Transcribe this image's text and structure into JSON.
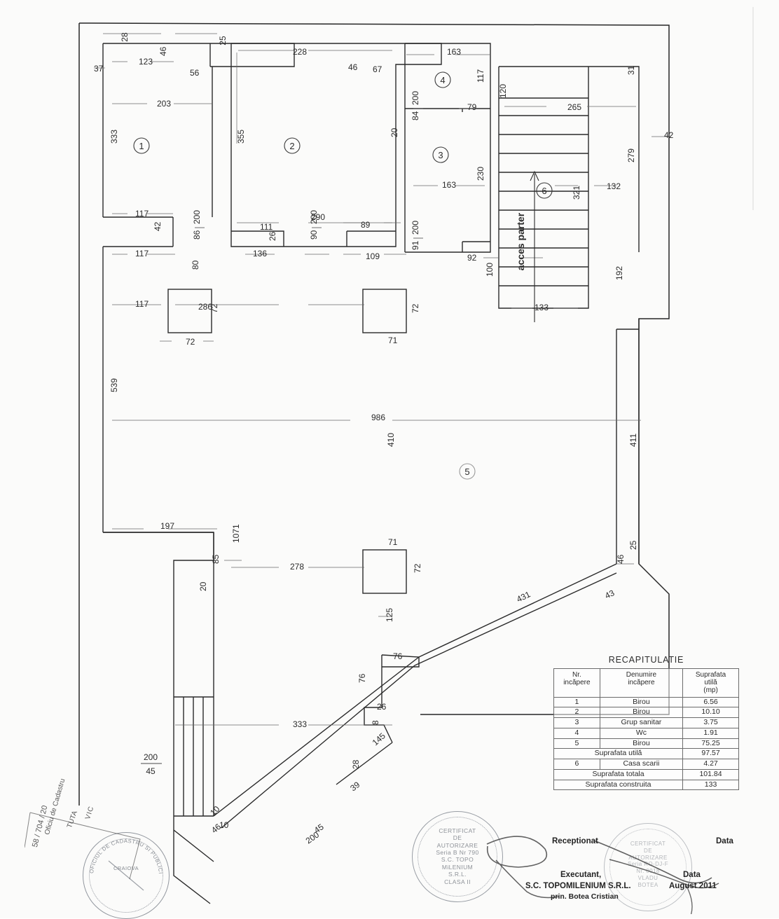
{
  "document": {
    "type": "architectural-floor-plan",
    "scale_note": "",
    "rooms": [
      {
        "id": "1",
        "marker": "1"
      },
      {
        "id": "2",
        "marker": "2"
      },
      {
        "id": "3",
        "marker": "3"
      },
      {
        "id": "4",
        "marker": "4"
      },
      {
        "id": "5",
        "marker": "5"
      },
      {
        "id": "6",
        "marker": "6"
      }
    ],
    "stair_label": "acces parter"
  },
  "dimensions": {
    "top_row": [
      "28",
      "25",
      "123",
      "228",
      "56",
      "67",
      "163",
      "265",
      "31"
    ],
    "room1": [
      "123",
      "203",
      "333",
      "117",
      "37",
      "56",
      "42"
    ],
    "room2": [
      "228",
      "355",
      "290",
      "111",
      "89",
      "67",
      "136",
      "109",
      "26"
    ],
    "room3": [
      "163",
      "230",
      "92",
      "20"
    ],
    "room4": [
      "163",
      "117",
      "79",
      "120"
    ],
    "room5": [
      "986",
      "410",
      "411",
      "197",
      "1071",
      "278",
      "333",
      "539",
      "125",
      "431",
      "43",
      "25",
      "192"
    ],
    "stair6": [
      "265",
      "120",
      "279",
      "132",
      "321",
      "133",
      "100",
      "42",
      "192"
    ],
    "columns": [
      "72",
      "71",
      "80",
      "286",
      "117",
      "76",
      "28",
      "39",
      "10",
      "46",
      "8",
      "145"
    ],
    "door_tags": [
      "86/200",
      "90/200",
      "91/200",
      "84/200",
      "200/45",
      "200/45"
    ]
  },
  "recap": {
    "title": "RECAPITULATIE",
    "headers": [
      "Nr.\nIncăpere",
      "Denumire\nincăpere",
      "Suprafata\nutilă\n(mp)"
    ],
    "header_nr_l1": "Nr.",
    "header_nr_l2": "incăpere",
    "header_den_l1": "Denumire",
    "header_den_l2": "incăpere",
    "header_sup_l1": "Suprafata",
    "header_sup_l2": "utilă",
    "header_sup_l3": "(mp)",
    "rows": [
      {
        "nr": "1",
        "name": "Birou",
        "area": "6.56"
      },
      {
        "nr": "2",
        "name": "Birou",
        "area": "10.10"
      },
      {
        "nr": "3",
        "name": "Grup sanitar",
        "area": "3.75"
      },
      {
        "nr": "4",
        "name": "Wc",
        "area": "1.91"
      },
      {
        "nr": "5",
        "name": "Birou",
        "area": "75.25"
      }
    ],
    "summary_utila": {
      "label": "Suprafata utilă",
      "area": "97.57"
    },
    "row_scarii": {
      "nr": "6",
      "name": "Casa scarii",
      "area": "4.27"
    },
    "summary_totala": {
      "label": "Suprafata totala",
      "area": "101.84"
    },
    "summary_construita": {
      "label": "Suprafata construita",
      "area": "133"
    }
  },
  "signatures": {
    "receptionat_label": "Receptionat",
    "data_label": "Data",
    "executant_label": "Executant,",
    "executant_company": "S.C. TOPOMILENIUM S.R.L.",
    "executant_person": "prin. Botea Cristian",
    "data_label_2": "Data",
    "data_value": "August 2011"
  },
  "stamps": {
    "certificat": {
      "line1": "CERTIFICAT",
      "line2": "DE",
      "line3": "AUTORIZARE",
      "line4": "Seria B Nr 790",
      "line5": "S.C. TOPO",
      "line6": "MiLENIUM",
      "line7": "S.R.L.",
      "line8": "CLASA II"
    },
    "receptie": {
      "line1": "CERTIFICAT",
      "line2": "DE",
      "line3": "AUTORIZARE",
      "line4": "Seria RO-DJ-F",
      "line5": "Nr. 0018",
      "line6": "VLADU",
      "line7": "BOTEA"
    },
    "cadastru": {
      "arc_top": "OFICIUL DE CADASTRU SI PUBLICITATE IMOBILIARA DOLJ",
      "center": "CRAIOVA"
    }
  },
  "registry": {
    "line1": "Oficiu de Cadastru",
    "line2": "58 / 704 / 20",
    "line3": "TUTA",
    "line4": "VIC"
  },
  "colors": {
    "ink": "#2b2b2b",
    "wall": "#1f1f1f",
    "thin": "#5a5a5a",
    "stamp": "#5d6470",
    "paper": "#fbfbfa"
  }
}
